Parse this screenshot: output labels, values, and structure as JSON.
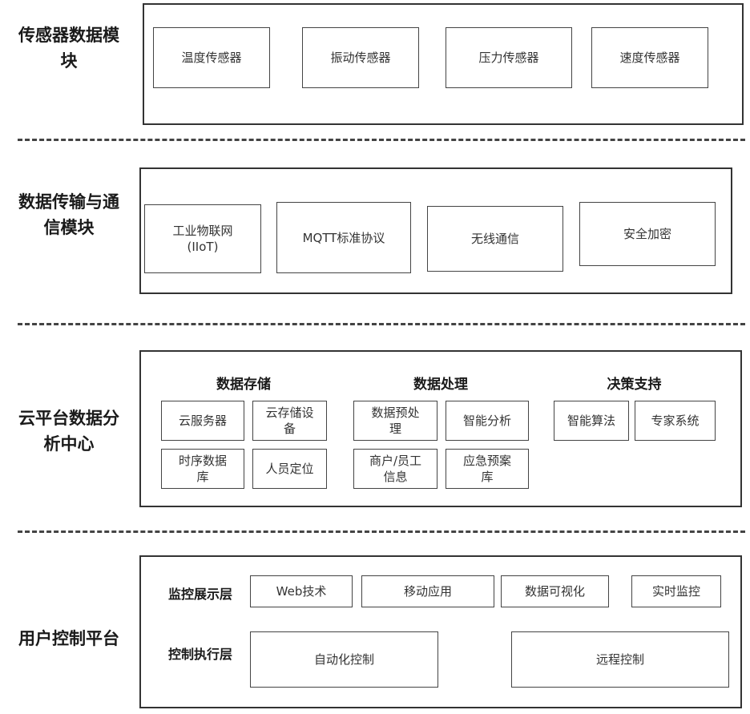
{
  "layers": {
    "sensor": {
      "title": "传感器数据模\n块",
      "items": [
        "温度传感器",
        "振动传感器",
        "压力传感器",
        "速度传感器"
      ]
    },
    "transmission": {
      "title": "数据传输与通\n信模块",
      "items": [
        "工业物联网\n(IIoT)",
        "MQTT标准协议",
        "无线通信",
        "安全加密"
      ]
    },
    "cloud": {
      "title": "云平台数据分\n析中心",
      "groups": [
        {
          "title": "数据存储",
          "items": [
            "云服务器",
            "云存储设\n备",
            "时序数据\n库",
            "人员定位"
          ]
        },
        {
          "title": "数据处理",
          "items": [
            "数据预处\n理",
            "智能分析",
            "商户/员工\n信息",
            "应急预案\n库"
          ]
        },
        {
          "title": "决策支持",
          "items": [
            "智能算法",
            "专家系统"
          ]
        }
      ]
    },
    "user": {
      "title": "用户控制平台",
      "monitor": {
        "label": "监控展示层",
        "items": [
          "Web技术",
          "移动应用",
          "数据可视化",
          "实时监控"
        ]
      },
      "control": {
        "label": "控制执行层",
        "items": [
          "自动化控制",
          "远程控制"
        ]
      }
    }
  }
}
